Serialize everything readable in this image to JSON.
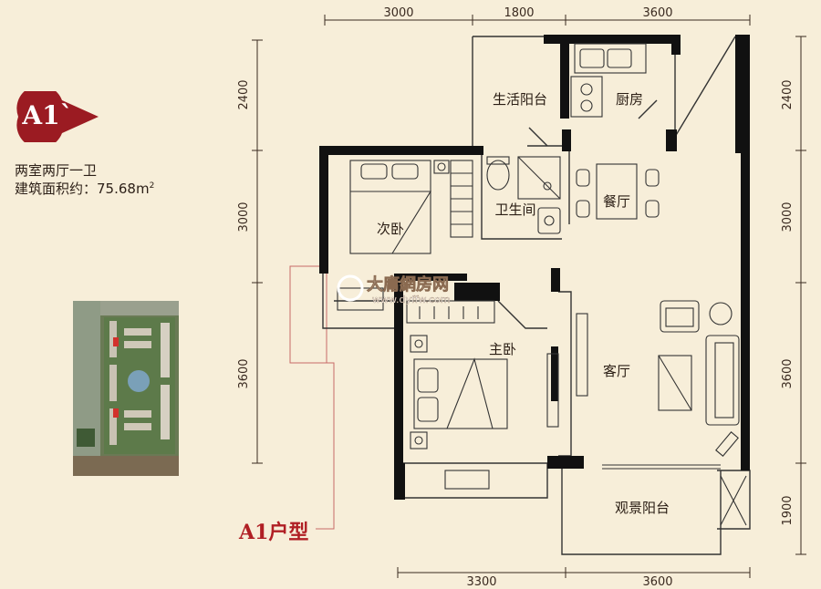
{
  "unit": {
    "badge": "A1`",
    "layout": "两室两厅一卫",
    "area_label": "建筑面积约：75.68m",
    "area_sup": "2",
    "type_label": "A1户型"
  },
  "dimensions": {
    "top": [
      "3000",
      "1800",
      "3600"
    ],
    "bottom": [
      "3300",
      "3600"
    ],
    "left": [
      "2400",
      "3000",
      "3600"
    ],
    "right": [
      "2400",
      "3000",
      "3600",
      "1900"
    ]
  },
  "rooms": {
    "living_balcony": "生活阳台",
    "kitchen": "厨房",
    "second_bedroom": "次卧",
    "bathroom": "卫生间",
    "dining": "餐厅",
    "master_bedroom": "主卧",
    "living_room": "客厅",
    "view_balcony": "观景阳台"
  },
  "watermark": {
    "name": "大庸網房网",
    "url": "www.dyffw.com"
  },
  "colors": {
    "background": "#f7eed9",
    "wall": "#111111",
    "accent_red": "#b01f24",
    "badge_red": "#9b1b22"
  }
}
